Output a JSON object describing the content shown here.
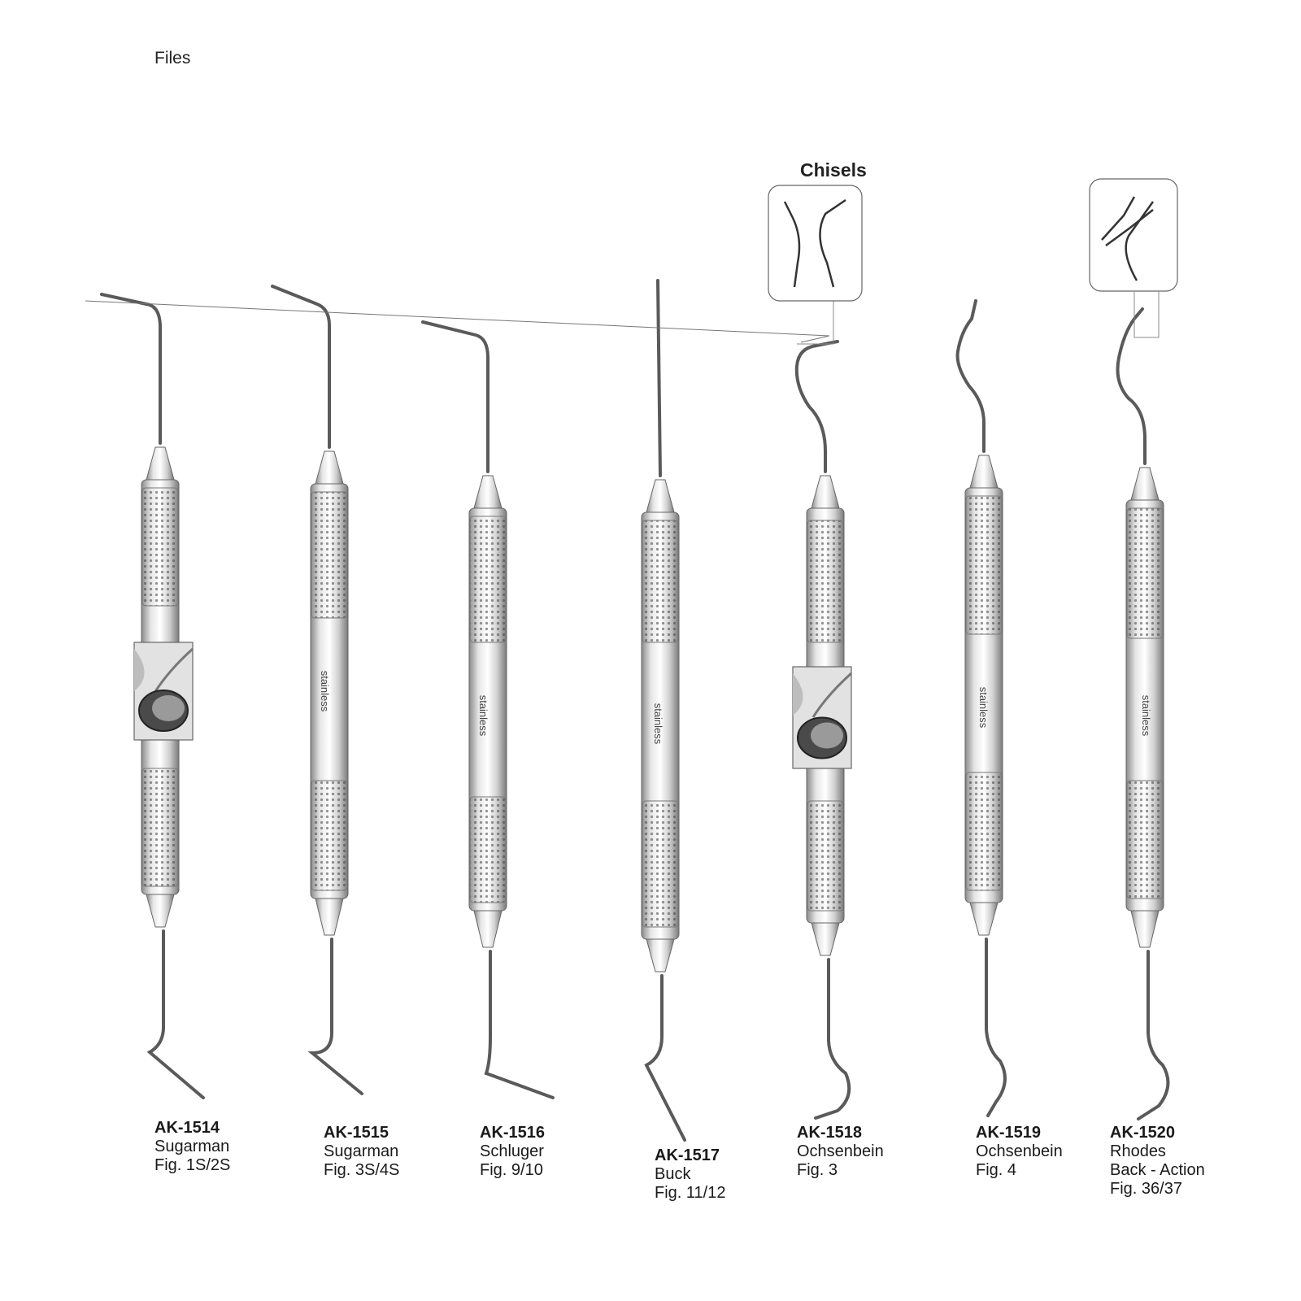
{
  "page": {
    "heading": "Files",
    "chisels_heading": "Chisels",
    "handle_marking": "stainless"
  },
  "colors": {
    "steel_light": "#f4f4f4",
    "steel_mid": "#bdbdbd",
    "steel_dark": "#6e6e6e",
    "outline": "#555555",
    "inset_border": "#666666"
  },
  "instruments": [
    {
      "code": "AK-1514",
      "lines": [
        "Sugarman",
        "Fig. 1S/2S"
      ],
      "tip_type": "file",
      "handle_marking": "",
      "has_detail_inset": true
    },
    {
      "code": "AK-1515",
      "lines": [
        "Sugarman",
        "Fig. 3S/4S"
      ],
      "tip_type": "file",
      "handle_marking": "stainless",
      "has_detail_inset": false
    },
    {
      "code": "AK-1516",
      "lines": [
        "Schluger",
        "Fig. 9/10"
      ],
      "tip_type": "file",
      "handle_marking": "stainless",
      "has_detail_inset": false
    },
    {
      "code": "AK-1517",
      "lines": [
        "Buck",
        "Fig. 11/12"
      ],
      "tip_type": "file",
      "handle_marking": "stainless",
      "has_detail_inset": false
    },
    {
      "code": "AK-1518",
      "lines": [
        "Ochsenbein",
        "Fig. 3"
      ],
      "tip_type": "chisel",
      "handle_marking": "",
      "has_detail_inset": true
    },
    {
      "code": "AK-1519",
      "lines": [
        "Ochsenbein",
        "Fig. 4"
      ],
      "tip_type": "chisel",
      "handle_marking": "stainless",
      "has_detail_inset": false
    },
    {
      "code": "AK-1520",
      "lines": [
        "Rhodes",
        "Back - Action",
        "Fig. 36/37"
      ],
      "tip_type": "chisel",
      "handle_marking": "stainless",
      "has_detail_inset": false
    }
  ]
}
